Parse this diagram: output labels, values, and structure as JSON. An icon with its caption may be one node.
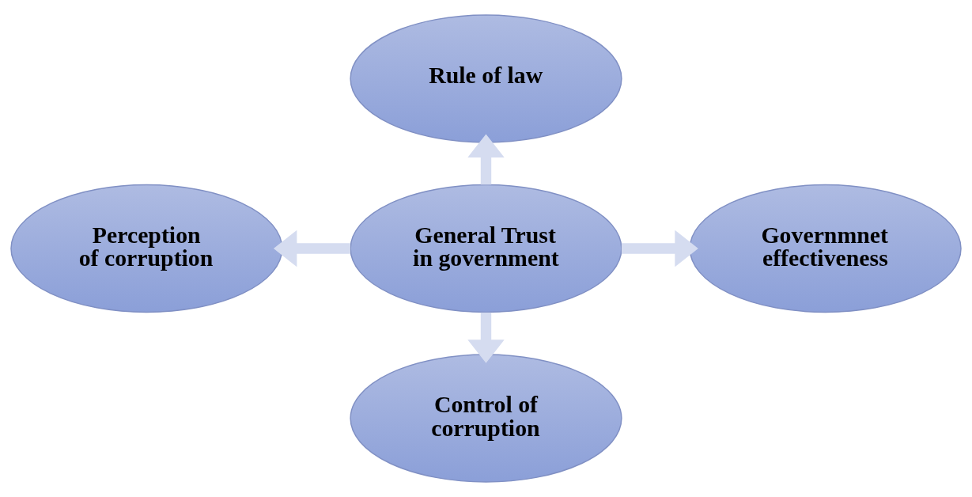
{
  "diagram": {
    "nodes": [
      {
        "text": [
          "Rule of law"
        ]
      },
      {
        "text": [
          "Perception of corruption"
        ]
      },
      {
        "text": [
          "General Trust in government"
        ]
      },
      {
        "text": [
          "Governmnet effectiveness"
        ]
      },
      {
        "text": [
          "Control of corruption"
        ]
      }
    ],
    "edges": [
      {
        "from": 2,
        "to": 0,
        "arrow": "to"
      },
      {
        "from": 2,
        "to": 1,
        "arrow": "to"
      },
      {
        "from": 2,
        "to": 3,
        "arrow": "to"
      },
      {
        "from": 2,
        "to": 4,
        "arrow": "to"
      }
    ]
  }
}
